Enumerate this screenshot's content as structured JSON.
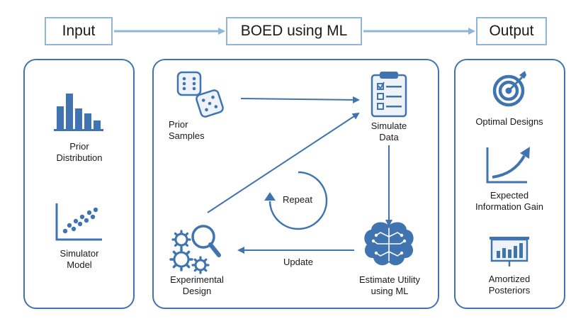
{
  "header": {
    "input": "Input",
    "boed": "BOED using ML",
    "output": "Output"
  },
  "input_panel": {
    "prior_distribution": [
      "Prior",
      "Distribution"
    ],
    "simulator_model": [
      "Simulator",
      "Model"
    ]
  },
  "boed_panel": {
    "prior_samples": [
      "Prior",
      "Samples"
    ],
    "simulate_data": [
      "Simulate",
      "Data"
    ],
    "experimental_design": [
      "Experimental",
      "Design"
    ],
    "estimate_utility": [
      "Estimate Utility",
      "using ML"
    ],
    "repeat": "Repeat",
    "update": "Update"
  },
  "output_panel": {
    "optimal_designs": "Optimal Designs",
    "expected_information_gain": [
      "Expected",
      "Information Gain"
    ],
    "amortized_posteriors": [
      "Amortized",
      "Posteriors"
    ]
  },
  "colors": {
    "accent": "#3f74b0",
    "header_border": "#8fb6da",
    "arrow_light": "#8fb6da"
  },
  "icons": [
    "histogram-icon",
    "scatter-plot-icon",
    "dice-icon",
    "clipboard-icon",
    "gears-magnifier-icon",
    "brain-circuit-icon",
    "target-icon",
    "growth-curve-icon",
    "presentation-chart-icon"
  ]
}
